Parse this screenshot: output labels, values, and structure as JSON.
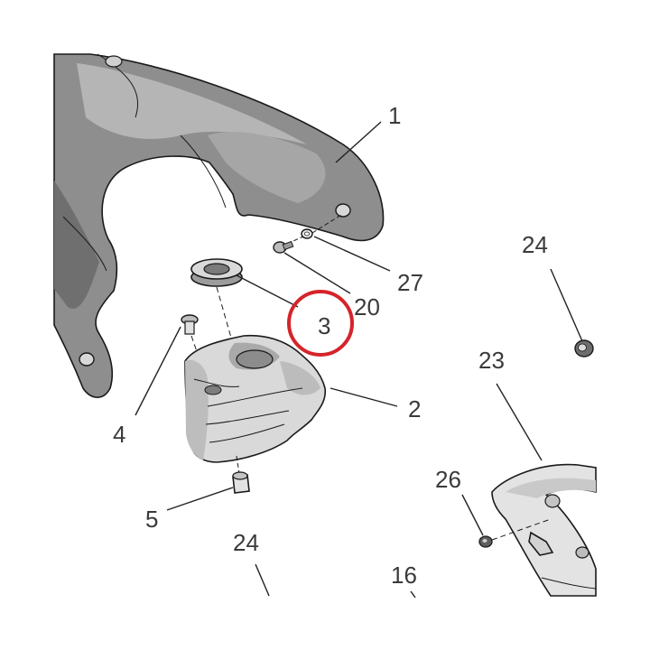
{
  "callouts": {
    "c1": "1",
    "c2": "2",
    "c3": "3",
    "c4": "4",
    "c5": "5",
    "c16": "16",
    "c20": "20",
    "c23": "23",
    "c24a": "24",
    "c24b": "24",
    "c26": "26",
    "c27": "27"
  },
  "highlight_color": "#d4242a"
}
